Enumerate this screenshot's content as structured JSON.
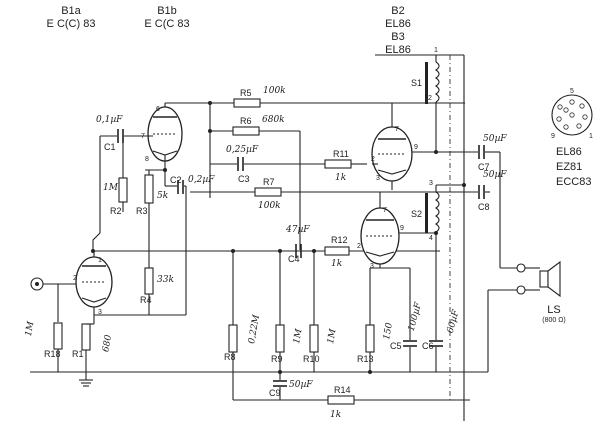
{
  "headers": {
    "b1a": [
      "B1a",
      "E C(C) 83"
    ],
    "b1b": [
      "B1b",
      "E C(C 83"
    ],
    "b2": [
      "B2",
      "EL86",
      "B3",
      "EL86"
    ]
  },
  "tube_types": [
    "EL86",
    "EZ81",
    "ECC83"
  ],
  "pinout_numbers": [
    "5",
    "9",
    "1"
  ],
  "speaker": {
    "label": "LS",
    "impedance": "(800 Ω)"
  },
  "refs": {
    "R1": "R1",
    "R2": "R2",
    "R3": "R3",
    "R4": "R4",
    "R5": "R5",
    "R6": "R6",
    "R7": "R7",
    "R8": "R8",
    "R9": "R9",
    "R10": "R10",
    "R11": "R11",
    "R12": "R12",
    "R13": "R13",
    "R14": "R14",
    "R18": "R18",
    "C1": "C1",
    "C2": "C2",
    "C3": "C3",
    "C4": "C4",
    "C5": "C5",
    "C6": "C6",
    "C7": "C7",
    "C8": "C8",
    "C9": "C9",
    "S1": "S1",
    "S2": "S2"
  },
  "values": {
    "c1": "0,1µF",
    "r1": "680",
    "r18": "1M",
    "r2": "1M",
    "r3": "5k",
    "r4": "33k",
    "c2": "0,2µF",
    "r5": "100k",
    "r6": "680k",
    "c3": "0,25µF",
    "r7": "100k",
    "r11": "1k",
    "c4": "47µF",
    "r12": "1k",
    "r8": "0,22M",
    "r9": "1M",
    "r10": "1M",
    "r13": "150",
    "c5": "100µF",
    "c6": "60µF",
    "c7": "50µF",
    "c8": "50µF",
    "c9": "50µF",
    "r14": "1k"
  },
  "pins": {
    "b1a": [
      "1",
      "2",
      "3"
    ],
    "b1b": [
      "6",
      "7",
      "8"
    ],
    "b2": [
      "7",
      "9",
      "2",
      "3"
    ],
    "b3": [
      "7",
      "9",
      "2",
      "3"
    ],
    "s1": [
      "1",
      "2"
    ],
    "s2": [
      "3",
      "4"
    ]
  },
  "colors": {
    "ink": "#222222",
    "paper": "#ffffff"
  }
}
